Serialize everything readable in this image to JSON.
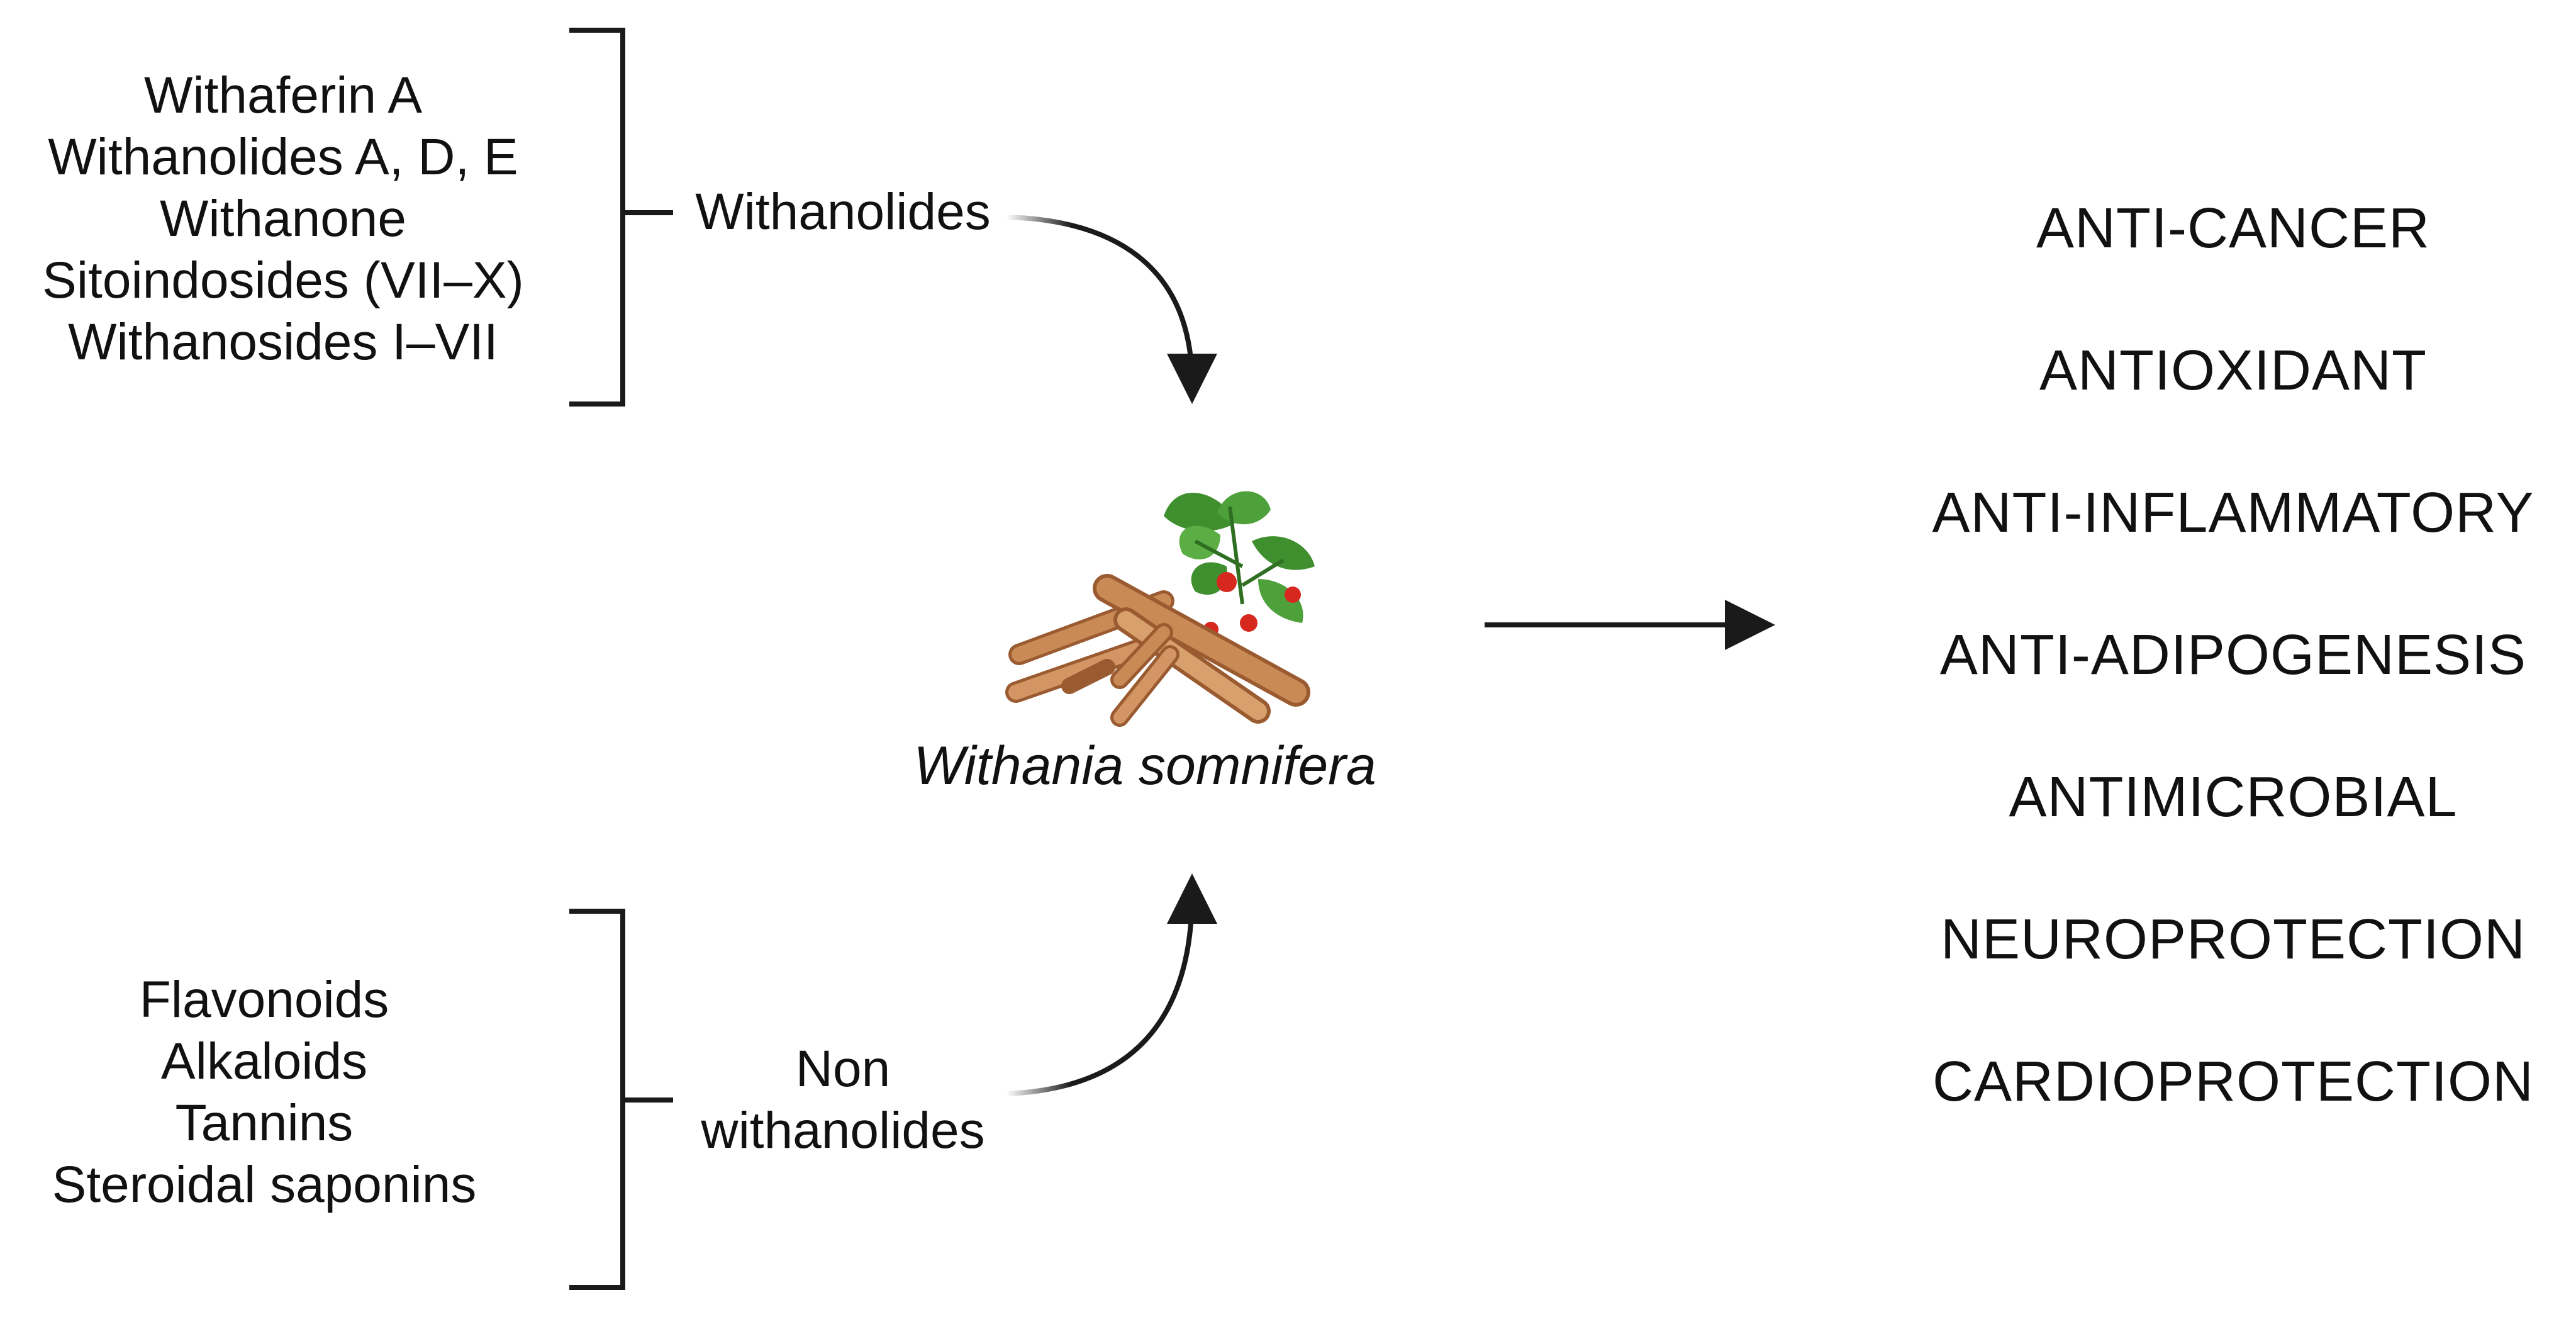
{
  "withanolides": {
    "label": "Withanolides",
    "compounds": [
      "Withaferin A",
      "Withanolides A, D, E",
      "Withanone",
      "Sitoindosides (VII–X)",
      "Withanosides I–VII"
    ]
  },
  "non_withanolides": {
    "label_lines": [
      "Non",
      "withanolides"
    ],
    "compounds": [
      "Flavonoids",
      "Alkaloids",
      "Tannins",
      "Steroidal saponins"
    ]
  },
  "plant": {
    "name": "Withania somnifera",
    "icon": "ashwagandha-root-icon"
  },
  "effects": [
    "ANTI-CANCER",
    "ANTIOXIDANT",
    "ANTI-INFLAMMATORY",
    "ANTI-ADIPOGENESIS",
    "ANTIMICROBIAL",
    "NEUROPROTECTION",
    "CARDIOPROTECTION"
  ],
  "colors": {
    "line": "#1a1a1a",
    "root": "#c98a55",
    "root_shade": "#9a5b31",
    "leaf": "#3f8f2f",
    "berry": "#d6281e"
  }
}
